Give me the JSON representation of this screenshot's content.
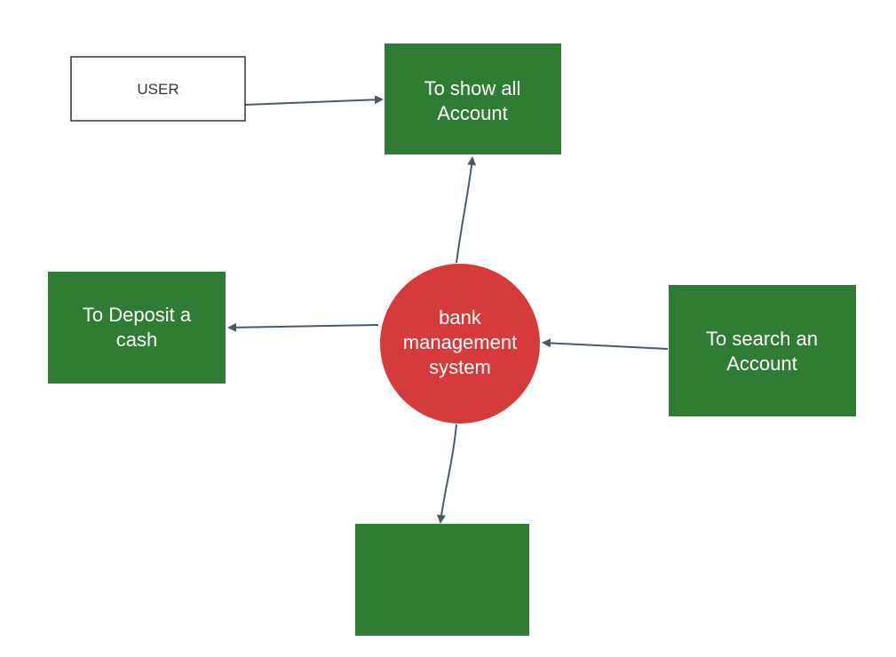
{
  "diagram": {
    "colors": {
      "process_fill": "#2f7d32",
      "center_fill": "#d63b3b",
      "arrow": "#4a5a6a",
      "actor_border": "#333333",
      "background": "#ffffff"
    },
    "actor": {
      "label": "USER"
    },
    "center": {
      "line1": "bank",
      "line2": "management",
      "line3": "system"
    },
    "nodes": {
      "show_all": {
        "line1": "To show all",
        "line2": "Account"
      },
      "deposit": {
        "line1": "To Deposit a",
        "line2": "cash"
      },
      "search": {
        "line1": "To search an",
        "line2": "Account"
      },
      "bottom": {
        "line1": "",
        "line2": ""
      }
    }
  }
}
